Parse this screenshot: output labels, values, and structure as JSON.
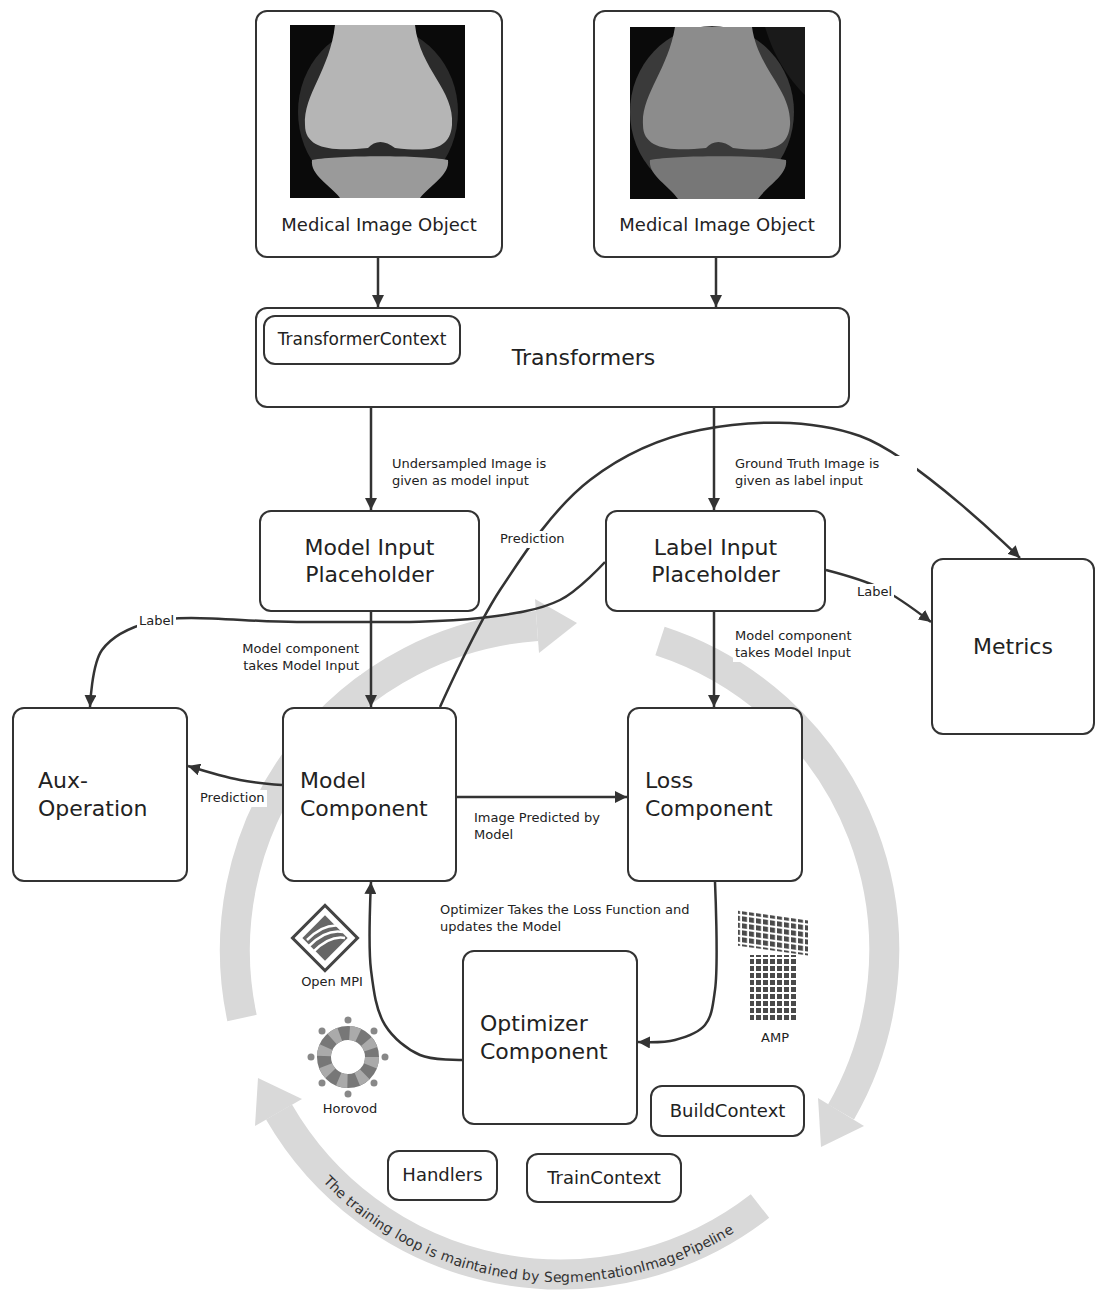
{
  "diagram": {
    "nodes": [
      {
        "text": [
          "Medical Image Object"
        ]
      },
      {
        "text": [
          "Medical Image Object"
        ]
      },
      {
        "text": [
          "Transformers"
        ]
      },
      {
        "text": [
          "TransformerContext"
        ],
        "in": 2
      },
      {
        "text": [
          "Model Input Placeholder"
        ]
      },
      {
        "text": [
          "Label Input Placeholder"
        ]
      },
      {
        "text": [
          "Metrics"
        ]
      },
      {
        "text": [
          "Aux-Operation"
        ]
      },
      {
        "text": [
          "Model Component"
        ]
      },
      {
        "text": [
          "Loss Component"
        ]
      },
      {
        "text": [
          "Optimizer Component"
        ]
      },
      {
        "text": [
          "BuildContext"
        ]
      },
      {
        "text": [
          "Handlers"
        ]
      },
      {
        "text": [
          "TrainContext"
        ]
      }
    ],
    "edges": [
      {
        "from": 0,
        "to": 2,
        "arrow": "to"
      },
      {
        "from": 1,
        "to": 2,
        "arrow": "to"
      },
      {
        "from": 2,
        "to": 4,
        "label": "Undersampled Image is given as model input",
        "arrow": "to"
      },
      {
        "from": 2,
        "to": 5,
        "label": "Ground Truth Image is given as label input",
        "arrow": "to"
      },
      {
        "from": 8,
        "to": 6,
        "label": "Prediction",
        "arrow": "to"
      },
      {
        "from": 5,
        "to": 6,
        "label": "Label",
        "arrow": "to"
      },
      {
        "from": 5,
        "to": 7,
        "label": "Label",
        "arrow": "to"
      },
      {
        "from": 4,
        "to": 8,
        "label": "Model component takes Model Input",
        "arrow": "to"
      },
      {
        "from": 5,
        "to": 9,
        "label": "Model component takes Model Input",
        "arrow": "to"
      },
      {
        "from": 8,
        "to": 7,
        "label": "Prediction",
        "arrow": "to"
      },
      {
        "from": 8,
        "to": 9,
        "label": "Image Predicted by Model",
        "arrow": "to"
      },
      {
        "from": 9,
        "to": 10,
        "arrow": "to"
      },
      {
        "from": 10,
        "to": 8,
        "label": "Optimizer Takes the Loss Function and updates the Model",
        "arrow": "to"
      }
    ],
    "labels": [
      "Open MPI",
      "Horovod",
      "AMP",
      "The training loop is maintained by SegmentationImagePipeline"
    ]
  }
}
